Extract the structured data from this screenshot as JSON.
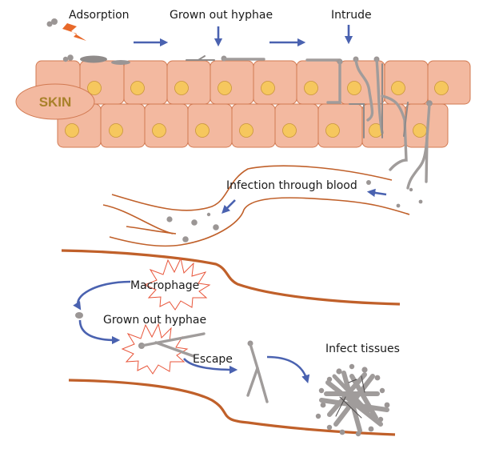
{
  "title": "Fungal infection pathway: skin adsorption to tissue infection",
  "labels": {
    "adsorption": "Adsorption",
    "grown_out_hyphae_top": "Grown out hyphae",
    "intrude": "Intrude",
    "skin": "SKIN",
    "infection_through_blood": "Infection through blood",
    "macrophage": "Macrophage",
    "grown_out_hyphae_bottom": "Grown out hyphae",
    "escape": "Escape",
    "infect_tissues": "Infect tissues"
  },
  "stages": [
    "Adsorption",
    "Grown out hyphae",
    "Intrude",
    "Infection through blood",
    "Macrophage",
    "Grown out hyphae",
    "Escape",
    "Infect tissues"
  ],
  "colors": {
    "skin_cell": "#f3b9a0",
    "cell_border": "#d27a52",
    "nucleus": "#f6c75e",
    "skin_label": "#a8812a",
    "vessel": "#c0602a",
    "fungus": "#a09c9b",
    "arrow": "#4a62b0",
    "macrophage_outline": "#e8553a",
    "lightning": "#e8692a"
  }
}
